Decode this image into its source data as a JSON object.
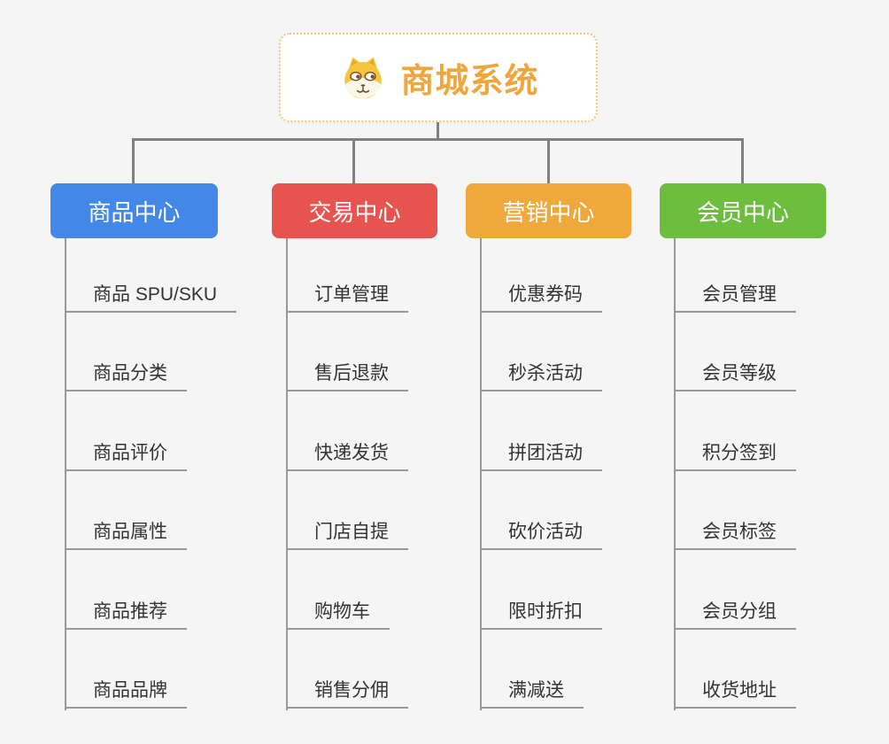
{
  "root": {
    "title": "商城系统",
    "icon": "shiba-dog-face"
  },
  "branches": [
    {
      "label": "商品中心",
      "color": "#4388E7",
      "children": [
        "商品 SPU/SKU",
        "商品分类",
        "商品评价",
        "商品属性",
        "商品推荐",
        "商品品牌"
      ]
    },
    {
      "label": "交易中心",
      "color": "#E7544F",
      "children": [
        "订单管理",
        "售后退款",
        "快递发货",
        "门店自提",
        "购物车",
        "销售分佣"
      ]
    },
    {
      "label": "营销中心",
      "color": "#EFA83B",
      "children": [
        "优惠券码",
        "秒杀活动",
        "拼团活动",
        "砍价活动",
        "限时折扣",
        "满减送"
      ]
    },
    {
      "label": "会员中心",
      "color": "#6DBE3F",
      "children": [
        "会员管理",
        "会员等级",
        "积分签到",
        "会员标签",
        "会员分组",
        "收货地址"
      ]
    }
  ],
  "colors": {
    "background": "#F5F5F5",
    "root_text": "#F0A63C",
    "root_border": "#F3C577",
    "connector": "#808080",
    "child_line": "#999999",
    "child_text": "#333333"
  }
}
